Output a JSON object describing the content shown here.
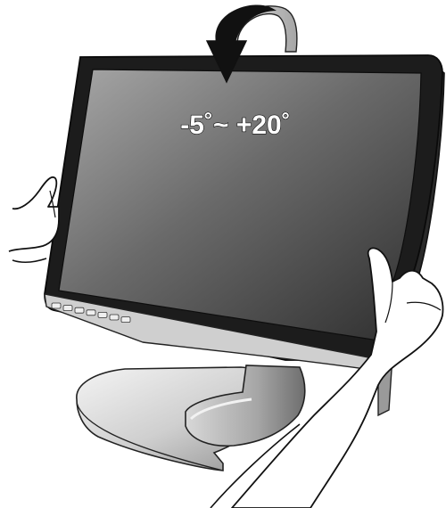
{
  "figure": {
    "tilt_label": "-5˚~ +20˚",
    "tilt_range": {
      "min_degrees": -5,
      "max_degrees": 20
    },
    "panel_buttons_count": 7,
    "colors": {
      "background": "#ffffff",
      "outline": "#111111",
      "bezel": "#1c1c1c",
      "screen_light": "#9a9a9a",
      "screen_dark": "#3a3a3a",
      "arrow_fill": "#111111",
      "arrow_band": "#b8b8b8",
      "stand_light": "#e6e6e6",
      "stand_dark": "#8c8c8c"
    },
    "icons": [
      "rotate-arrow-icon",
      "hand-icon"
    ]
  }
}
